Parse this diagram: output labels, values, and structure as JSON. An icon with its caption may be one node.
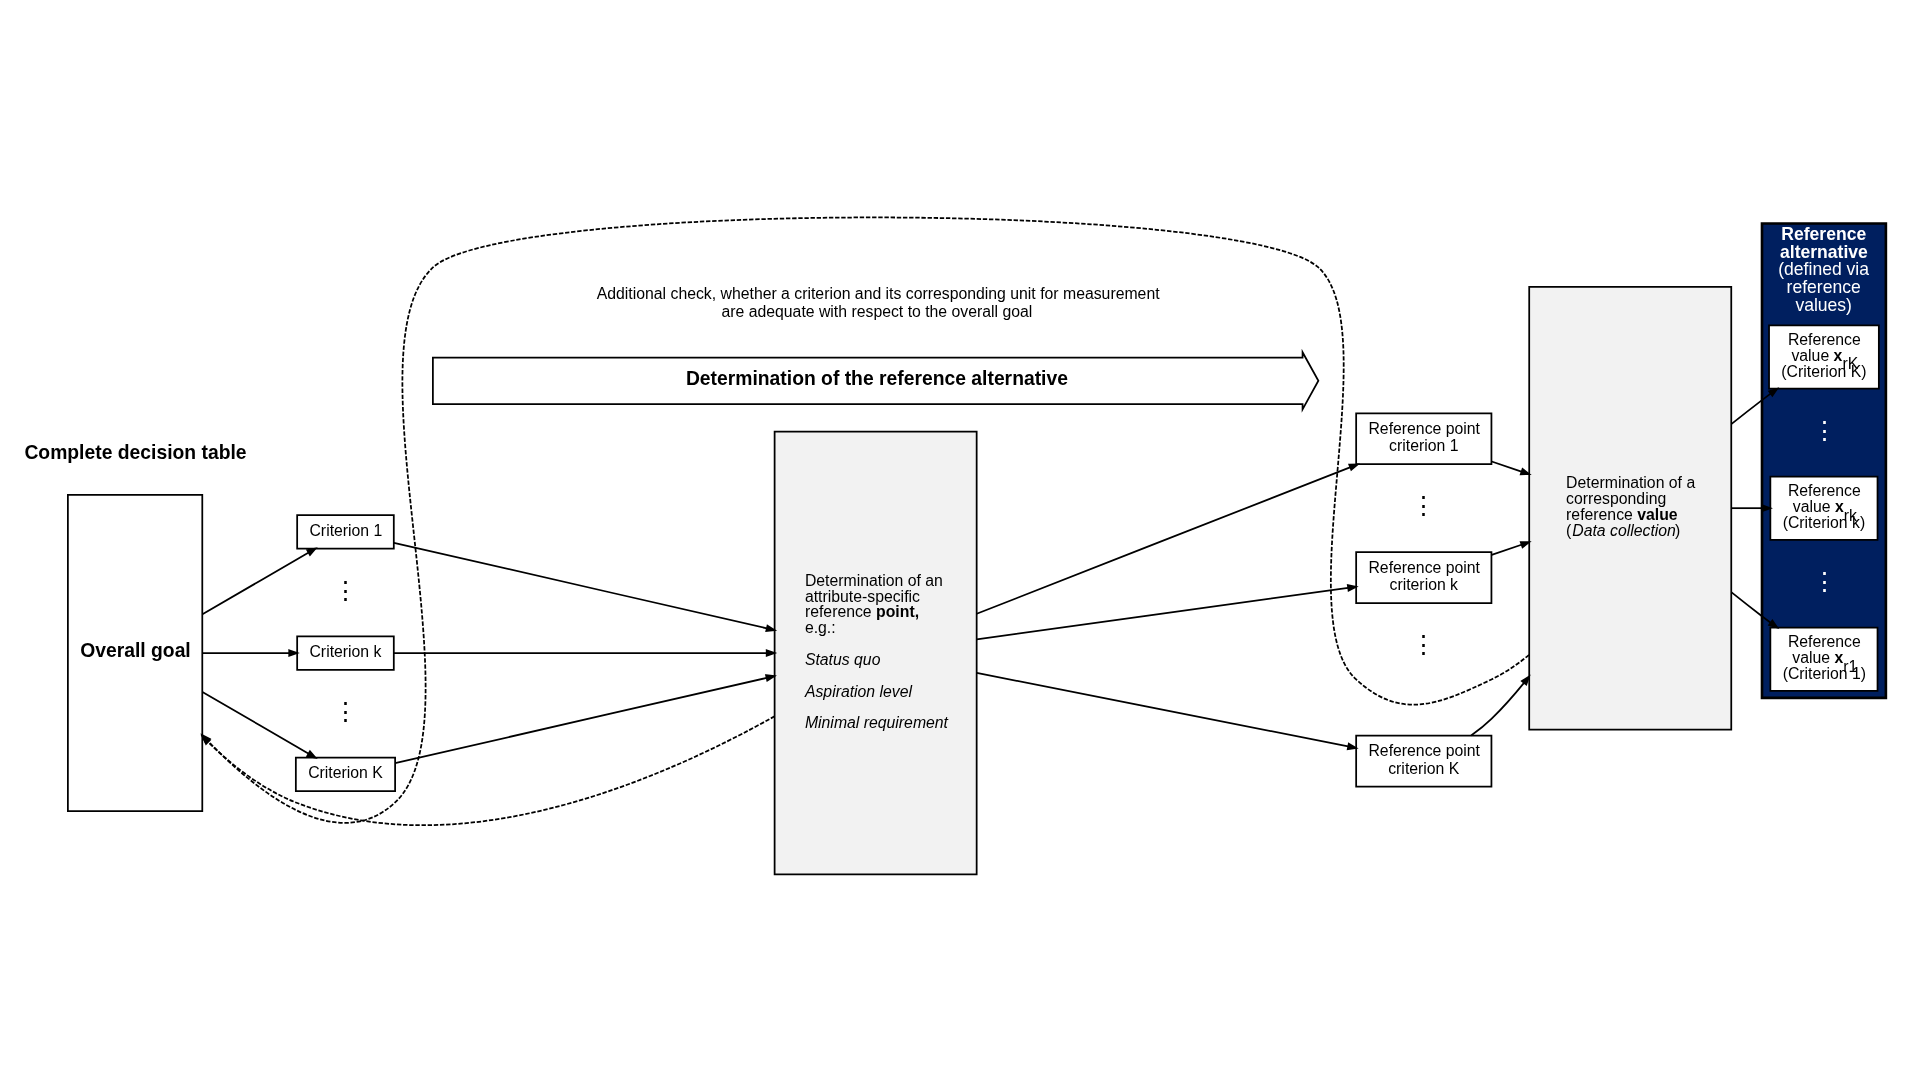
{
  "diagram": {
    "nodes": [
      {
        "text": [
          "Overall goal"
        ]
      },
      {
        "text": [
          "Criterion 1"
        ]
      },
      {
        "text": [
          "Criterion k"
        ]
      },
      {
        "text": [
          "Criterion K"
        ]
      },
      {
        "text": [
          "Determination of an attribute-specific reference **point,** e.g.:",
          "*Status quo*",
          "*Aspiration level*",
          "*Minimal requirement*"
        ]
      },
      {
        "text": [
          "Reference point criterion 1"
        ]
      },
      {
        "text": [
          "Reference point criterion k"
        ]
      },
      {
        "text": [
          "Reference point criterion K"
        ]
      },
      {
        "text": [
          "Determination of a corresponding reference **value** (*Data collection*)"
        ]
      },
      {
        "text": [
          "**Reference alternative** (defined via reference values)"
        ]
      },
      {
        "text": [
          "Reference value **x**$_{r1}$ (Criterion 1)"
        ],
        "in": 9
      },
      {
        "text": [
          "Reference value **x**$_{rk}$ (Criterion k)"
        ],
        "in": 9
      },
      {
        "text": [
          "Reference value **x**$_{rK}$ (Criterion K)"
        ],
        "in": 9
      },
      {
        "text": [
          "Determination of the reference alternative"
        ]
      }
    ],
    "edges": [
      {
        "from": 0,
        "to": 1,
        "arrow": "to"
      },
      {
        "from": 0,
        "to": 2,
        "arrow": "to"
      },
      {
        "from": 0,
        "to": 3,
        "arrow": "to"
      },
      {
        "from": 1,
        "to": 4,
        "arrow": "to"
      },
      {
        "from": 2,
        "to": 4,
        "arrow": "to"
      },
      {
        "from": 3,
        "to": 4,
        "arrow": "to"
      },
      {
        "from": 4,
        "to": 5,
        "arrow": "to"
      },
      {
        "from": 4,
        "to": 6,
        "arrow": "to"
      },
      {
        "from": 4,
        "to": 7,
        "arrow": "to"
      },
      {
        "from": 5,
        "to": 8,
        "arrow": "to"
      },
      {
        "from": 6,
        "to": 8,
        "arrow": "to"
      },
      {
        "from": 7,
        "to": 8,
        "arrow": "to"
      },
      {
        "from": 8,
        "to": 10,
        "arrow": "to"
      },
      {
        "from": 8,
        "to": 11,
        "arrow": "to"
      },
      {
        "from": 8,
        "to": 12,
        "arrow": "to"
      },
      {
        "from": 4,
        "to": 0,
        "arrow": "to",
        "style": "dashed"
      },
      {
        "from": 8,
        "to": 0,
        "arrow": "to",
        "style": "dashed"
      }
    ],
    "labels": [
      "Complete decision table",
      "⋮",
      "⋮",
      "⋮",
      "⋮",
      "⋮",
      "⋮",
      "Additional check, whether a criterion and its corresponding unit for measurement are adequate with respect to the overall goal"
    ]
  }
}
